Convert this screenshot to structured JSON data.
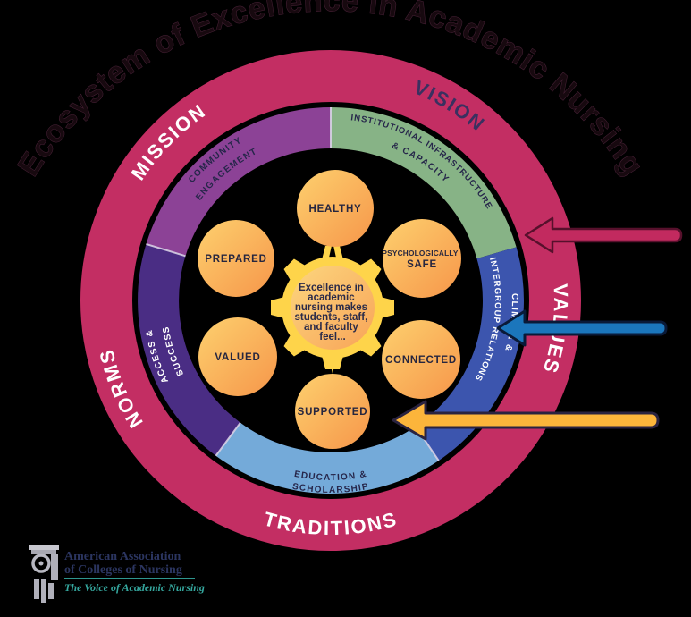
{
  "title": "Ecosystem of Excellence in Academic Nursing",
  "outer_ring": {
    "color": "#c32e63",
    "mission": "MISSION",
    "vision": "VISION",
    "values": "VALUES",
    "traditions": "TRADITIONS",
    "norms": "NORMS"
  },
  "middle_ring": {
    "community": {
      "line1": "COMMUNITY",
      "line2": "ENGAGEMENT",
      "color": "#8c4296"
    },
    "institutional": {
      "line1": "INSTITUTIONAL INFRASTRUCTURE",
      "line2": "& CAPACITY",
      "color": "#87b386"
    },
    "climate": {
      "line1": "CLIMATE &",
      "line2": "INTERGROUP RELATIONS",
      "color": "#3c55ae"
    },
    "education": {
      "line1": "EDUCATION &",
      "line2": "SCHOLARSHIP",
      "color": "#74aad9"
    },
    "access": {
      "line1": "ACCESS &",
      "line2": "SUCCESS",
      "color": "#4a2d84"
    }
  },
  "sun": {
    "lines": [
      "Excellence in",
      "academic",
      "nursing makes",
      "students, staff,",
      "and faculty",
      "feel..."
    ]
  },
  "feelings": {
    "healthy": "HEALTHY",
    "psych_line1": "PSYCHOLOGICALLY",
    "psych_line2": "SAFE",
    "connected": "CONNECTED",
    "supported": "SUPPORTED",
    "valued": "VALUED",
    "prepared": "PREPARED"
  },
  "arrows": {
    "crimson": "#c22a5f",
    "blue": "#1b76bc",
    "yellow": "#fcb53b"
  },
  "logo": {
    "line1": "American Association",
    "line2": "of Colleges of Nursing",
    "tagline": "The Voice of Academic Nursing"
  }
}
